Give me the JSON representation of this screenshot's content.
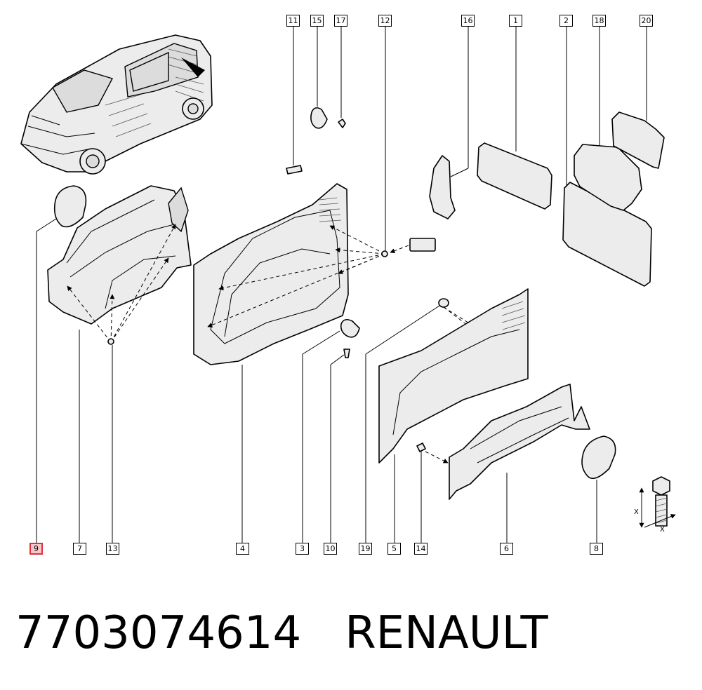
{
  "callouts": {
    "c11": "11",
    "c15": "15",
    "c17": "17",
    "c12": "12",
    "c16": "16",
    "c1": "1",
    "c2": "2",
    "c18": "18",
    "c20": "20",
    "c9": "9",
    "c7": "7",
    "c13": "13",
    "c4": "4",
    "c3": "3",
    "c10": "10",
    "c19": "19",
    "c5": "5",
    "c14": "14",
    "c6": "6",
    "c8": "8"
  },
  "dimension_labels": {
    "x_vertical": "X",
    "x_horizontal": "X"
  },
  "caption": {
    "part_number": "7703074614",
    "brand": "RENAULT"
  },
  "colors": {
    "highlight_border": "#e0303a",
    "highlight_fill": "#f7c7cb",
    "line": "#000000"
  }
}
